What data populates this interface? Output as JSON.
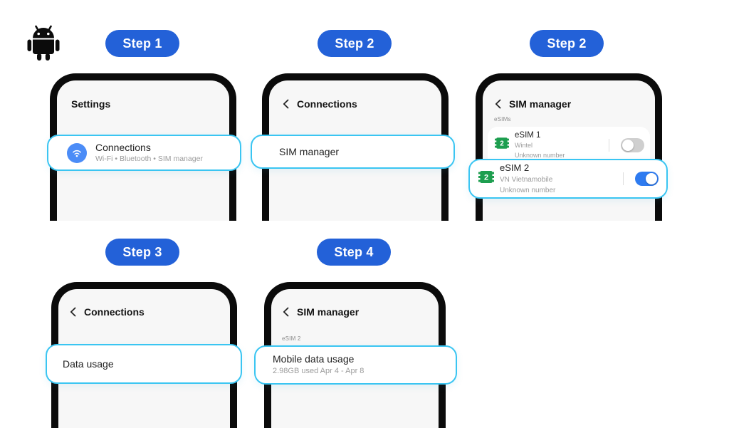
{
  "platform": {
    "icon": "android-robot"
  },
  "badges": {
    "step1": "Step 1",
    "step2a": "Step 2",
    "step2b": "Step 2",
    "step3": "Step 3",
    "step4": "Step 4"
  },
  "phone1": {
    "header_title": "Settings",
    "row": {
      "icon": "wifi-icon",
      "title": "Connections",
      "subtitle": "Wi-Fi • Bluetooth • SIM manager"
    }
  },
  "phone2": {
    "header_title": "Connections",
    "row": {
      "title": "SIM manager"
    }
  },
  "phone3": {
    "header_title": "SIM manager",
    "section_label": "eSIMs",
    "sim1": {
      "icon": "sim-card-icon",
      "icon_digit": "2",
      "title": "eSIM 1",
      "carrier": "Wintel",
      "number": "Unknown number",
      "toggle_state": "off"
    },
    "sim2": {
      "icon": "sim-card-icon",
      "icon_digit": "2",
      "title": "eSIM 2",
      "carrier": "VN Vietnamobile",
      "number": "Unknown number",
      "toggle_state": "on"
    }
  },
  "phone4": {
    "header_title": "Connections",
    "row": {
      "title": "Data usage"
    }
  },
  "phone5": {
    "header_title": "SIM manager",
    "section_label": "eSIM 2",
    "row": {
      "title": "Mobile data usage",
      "subtitle": "2.98GB used Apr 4 - Apr 8"
    }
  },
  "colors": {
    "step_badge_blue": "#2361d8",
    "highlight_cyan": "#3ac5f2",
    "wifi_icon_blue": "#4b8cf7",
    "sim_icon_green": "#1d9e4f",
    "toggle_on_blue": "#2e7bf0",
    "toggle_off_gray": "#cfcfcf",
    "screen_bg": "#f7f7f7",
    "frame_black": "#0b0b0b"
  }
}
